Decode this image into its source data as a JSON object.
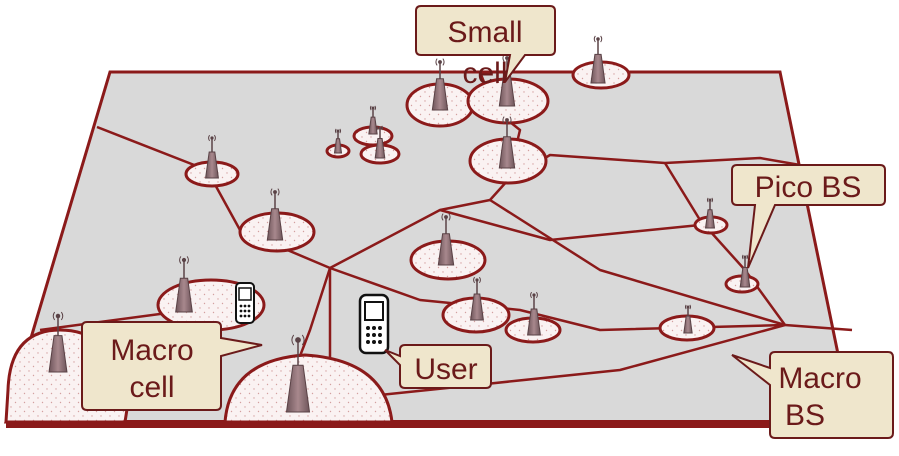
{
  "labels": {
    "small_cell": [
      "Small",
      "cell"
    ],
    "pico_bs": [
      "Pico BS"
    ],
    "macro_cell": [
      "Macro",
      "cell"
    ],
    "user": [
      "User"
    ],
    "macro_bs": [
      "Macro",
      "BS"
    ]
  },
  "colors": {
    "plane_fill": "#d9d9d9",
    "border": "#8b1a1a",
    "cell_fill": "#faf2f2",
    "tower": "#8c6e72",
    "callout_fill": "#efe6cc",
    "label_text": "#6b1a1a"
  },
  "icons": {
    "tower": "base-station-tower-icon",
    "phone": "mobile-phone-icon"
  }
}
